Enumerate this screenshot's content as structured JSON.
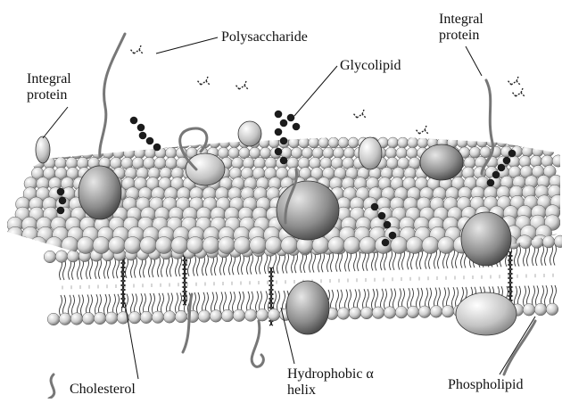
{
  "colors": {
    "background": "#ffffff",
    "ink": "#111111",
    "head_light": "#f4f4f4",
    "head_dark": "#6e6e6e",
    "protein_dark": "#444444",
    "carbohydrate": "#1c1c1c"
  },
  "labels": {
    "polysaccharide": "Polysaccharide",
    "glycolipid": "Glycolipid",
    "integral_protein_left": "Integral protein",
    "integral_protein_right": "Integral protein",
    "cholesterol": "Cholesterol",
    "hydrophobic_alpha_helix": "Hydrophobic α helix",
    "phospholipid": "Phospholipid"
  }
}
